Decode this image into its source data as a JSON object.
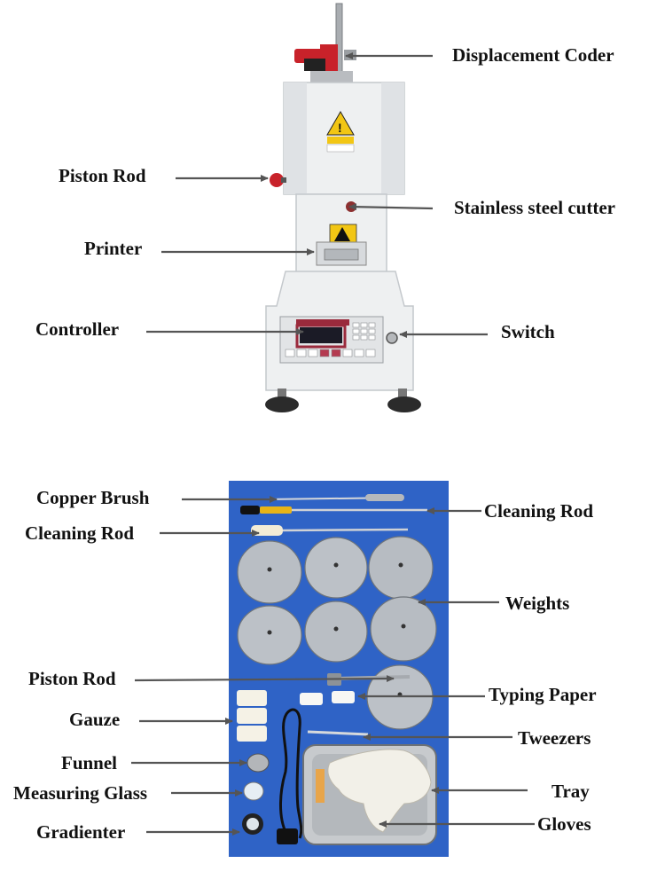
{
  "labels": {
    "displacement_coder": "Displacement Coder",
    "piston_rod_top": "Piston Rod",
    "stainless_cutter": "Stainless steel cutter",
    "printer": "Printer",
    "controller": "Controller",
    "switch": "Switch",
    "copper_brush": "Copper Brush",
    "cleaning_rod_right": "Cleaning Rod",
    "cleaning_rod_left": "Cleaning Rod",
    "weights": "Weights",
    "piston_rod_bottom": "Piston Rod",
    "typing_paper": "Typing Paper",
    "gauze": "Gauze",
    "tweezers": "Tweezers",
    "funnel": "Funnel",
    "tray": "Tray",
    "measuring_glass": "Measuring Glass",
    "gloves": "Gloves",
    "gradienter": "Gradienter"
  },
  "colors": {
    "machine_white": "#eef0f1",
    "accessory_background": "#2f63c6",
    "warning_yellow": "#f2c614",
    "handle_red": "#c8222a",
    "arrow_gray": "#555555"
  }
}
